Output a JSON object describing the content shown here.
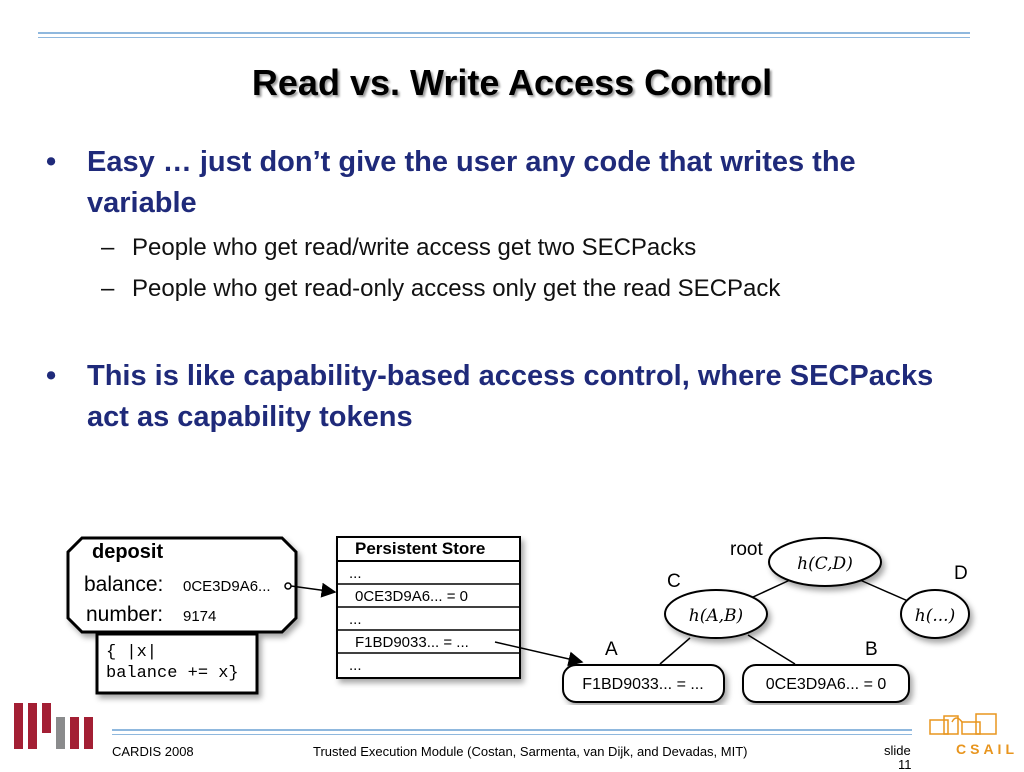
{
  "slide": {
    "title": "Read vs. Write Access Control",
    "bullets": [
      {
        "mark": "•",
        "text": "Easy … just don’t give the user any code that writes the variable",
        "subbullets": [
          {
            "mark": "–",
            "text": "People who get read/write access get two SECPacks"
          },
          {
            "mark": "–",
            "text": "People who get read-only access only get the read SECPack"
          }
        ]
      },
      {
        "mark": "•",
        "text": "This is like capability-based access control, where SECPacks act as capability tokens",
        "subbullets": []
      }
    ]
  },
  "diagram": {
    "deposit": {
      "title": "deposit",
      "balance_label": "balance:",
      "balance_value": "0CE3D9A6...",
      "number_label": "number:",
      "number_value": "9174",
      "code_line1": "{ |x|",
      "code_line2": "balance += x}"
    },
    "persistent_store": {
      "title": "Persistent Store",
      "rows": [
        "...",
        "0CE3D9A6... = 0",
        "...",
        "F1BD9033... = ...",
        "..."
      ]
    },
    "tree": {
      "root_label": "root",
      "root_node": "h(C,D)",
      "left_label": "C",
      "left_node": "h(A,B)",
      "right_label": "D",
      "right_node": "h(...)",
      "leaf_a_label": "A",
      "leaf_a_value": "F1BD9033... = ...",
      "leaf_b_label": "B",
      "leaf_b_value": "0CE3D9A6... = 0"
    }
  },
  "footer": {
    "left": "CARDIS 2008",
    "center": "Trusted Execution Module (Costan, Sarmenta, van Dijk, and Devadas, MIT)",
    "slide_label": "slide",
    "slide_number": "11",
    "csail_text": "CSAIL"
  },
  "colors": {
    "bullet_text": "#1f2a7a",
    "rule": "#8fb8de",
    "logo_red": "#a31f34",
    "logo_gray": "#8a8b8c",
    "csail_orange": "#e8951e"
  }
}
